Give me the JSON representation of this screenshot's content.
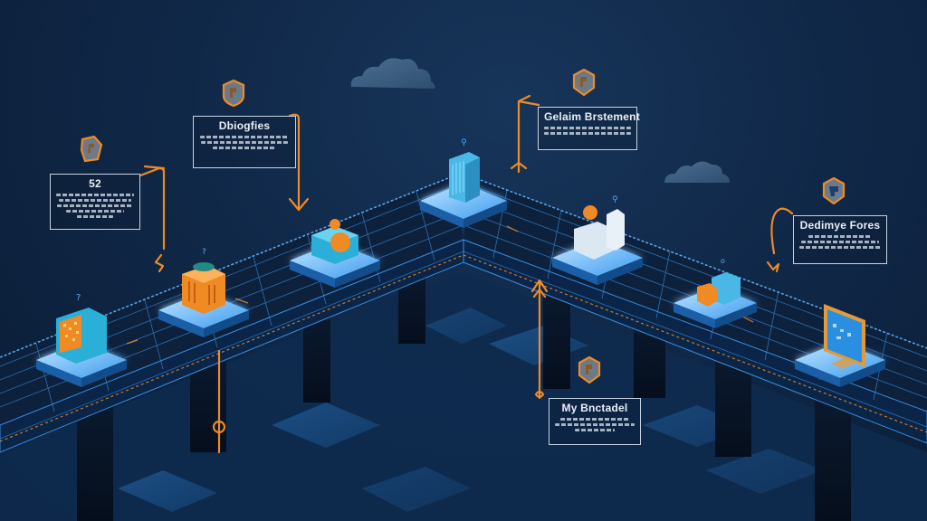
{
  "diagram": {
    "colors": {
      "background": "#102848",
      "accent_orange": "#f08a24",
      "grid_blue": "#3b8fe0",
      "platform_glow": "#4fb0ff",
      "cloud": "#3d5f82"
    },
    "callouts": [
      {
        "id": "c1",
        "title": "52",
        "icon": "shield-badge-icon"
      },
      {
        "id": "c2",
        "title": "Dbiogfies",
        "icon": "shield-badge-icon"
      },
      {
        "id": "c3",
        "title": "Gelaim Brstement",
        "icon": "shield-badge-icon"
      },
      {
        "id": "c4",
        "title": "Dedimye Fores",
        "icon": "shield-badge-icon"
      },
      {
        "id": "c5",
        "title": "My Bnctadel",
        "icon": "shield-badge-icon"
      }
    ],
    "platforms": [
      {
        "id": "p1",
        "icon": "server-box-icon"
      },
      {
        "id": "p2",
        "icon": "orange-vault-icon"
      },
      {
        "id": "p3",
        "icon": "treasure-chest-coin-icon"
      },
      {
        "id": "p4",
        "icon": "skyscraper-icon"
      },
      {
        "id": "p5",
        "icon": "bank-building-coin-icon"
      },
      {
        "id": "p6",
        "icon": "cube-house-icon"
      },
      {
        "id": "p7",
        "icon": "computer-monitor-icon"
      }
    ],
    "clouds": [
      "cloud-icon",
      "cloud-icon"
    ]
  }
}
